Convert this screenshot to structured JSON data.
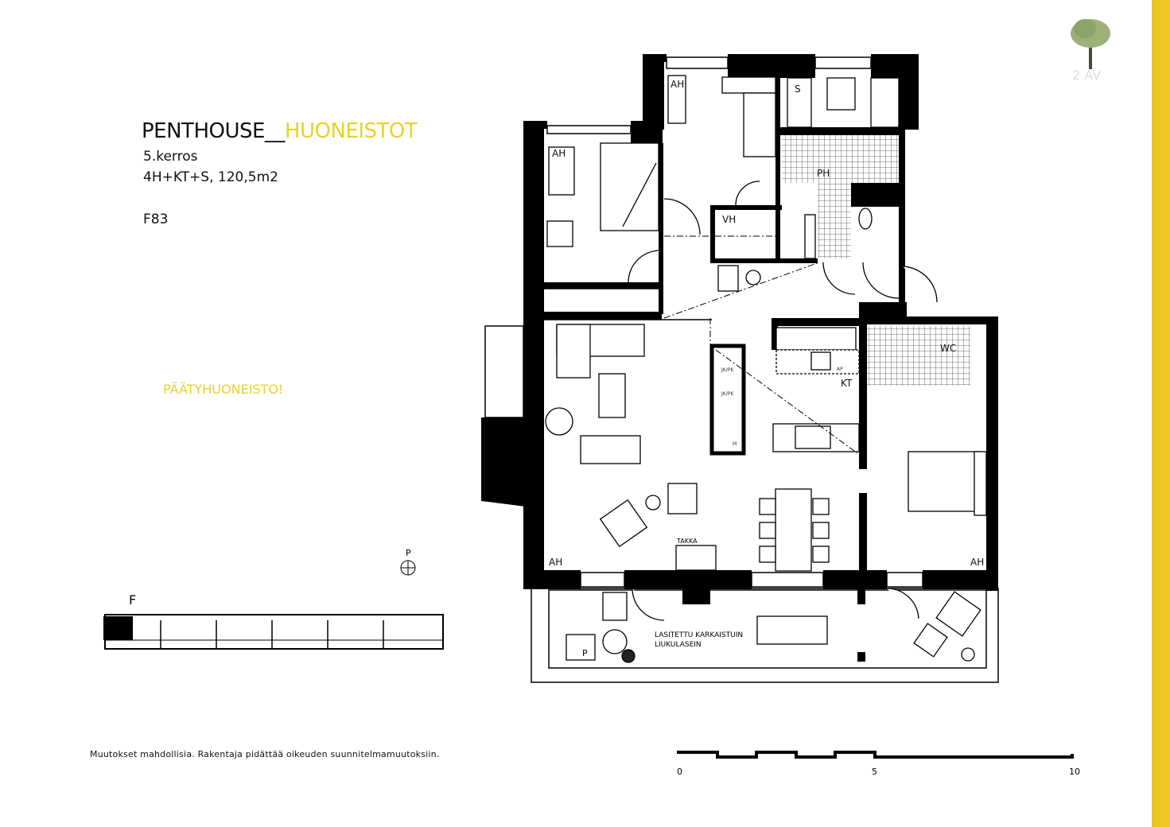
{
  "header": {
    "title_main": "PENTHOUSE__",
    "title_accent": "HUONEISTOT",
    "floor": "5.kerros",
    "layout_area": "4H+KT+S,  120,5m2",
    "apartment_id": "F83"
  },
  "note": "PÄÄTYHUONEISTO!",
  "disclaimer": "Muutokset mahdollisia. Rakentaja pidättää oikeuden suunnitelmamuutoksiin.",
  "logo": {
    "text": "2 AV",
    "icon": "tree-logo-icon"
  },
  "compass": {
    "label": "P"
  },
  "key_plan": {
    "label": "F"
  },
  "plan": {
    "rooms": {
      "bedroom_1": "AH",
      "bedroom_2": "AH",
      "sauna": "S",
      "bathroom": "PH",
      "closet": "VH",
      "wc": "WC",
      "kitchen": "KT",
      "living": "AH",
      "bedroom_3": "AH"
    },
    "appliances": {
      "fridge_1": "JK/PK",
      "fridge_2": "JK/PK",
      "dishwasher": "AP",
      "microwave": "M",
      "fireplace": "TAKKA",
      "balcony_storage": "P"
    },
    "balcony_text_1": "LASITETTU KARKAISTUIN",
    "balcony_text_2": "LIUKULASEIN"
  },
  "scale": {
    "ticks": [
      "0",
      "5",
      "10"
    ]
  },
  "colors": {
    "accent": "#e8d22c",
    "bar": "#ecc623",
    "wall": "#000000"
  }
}
